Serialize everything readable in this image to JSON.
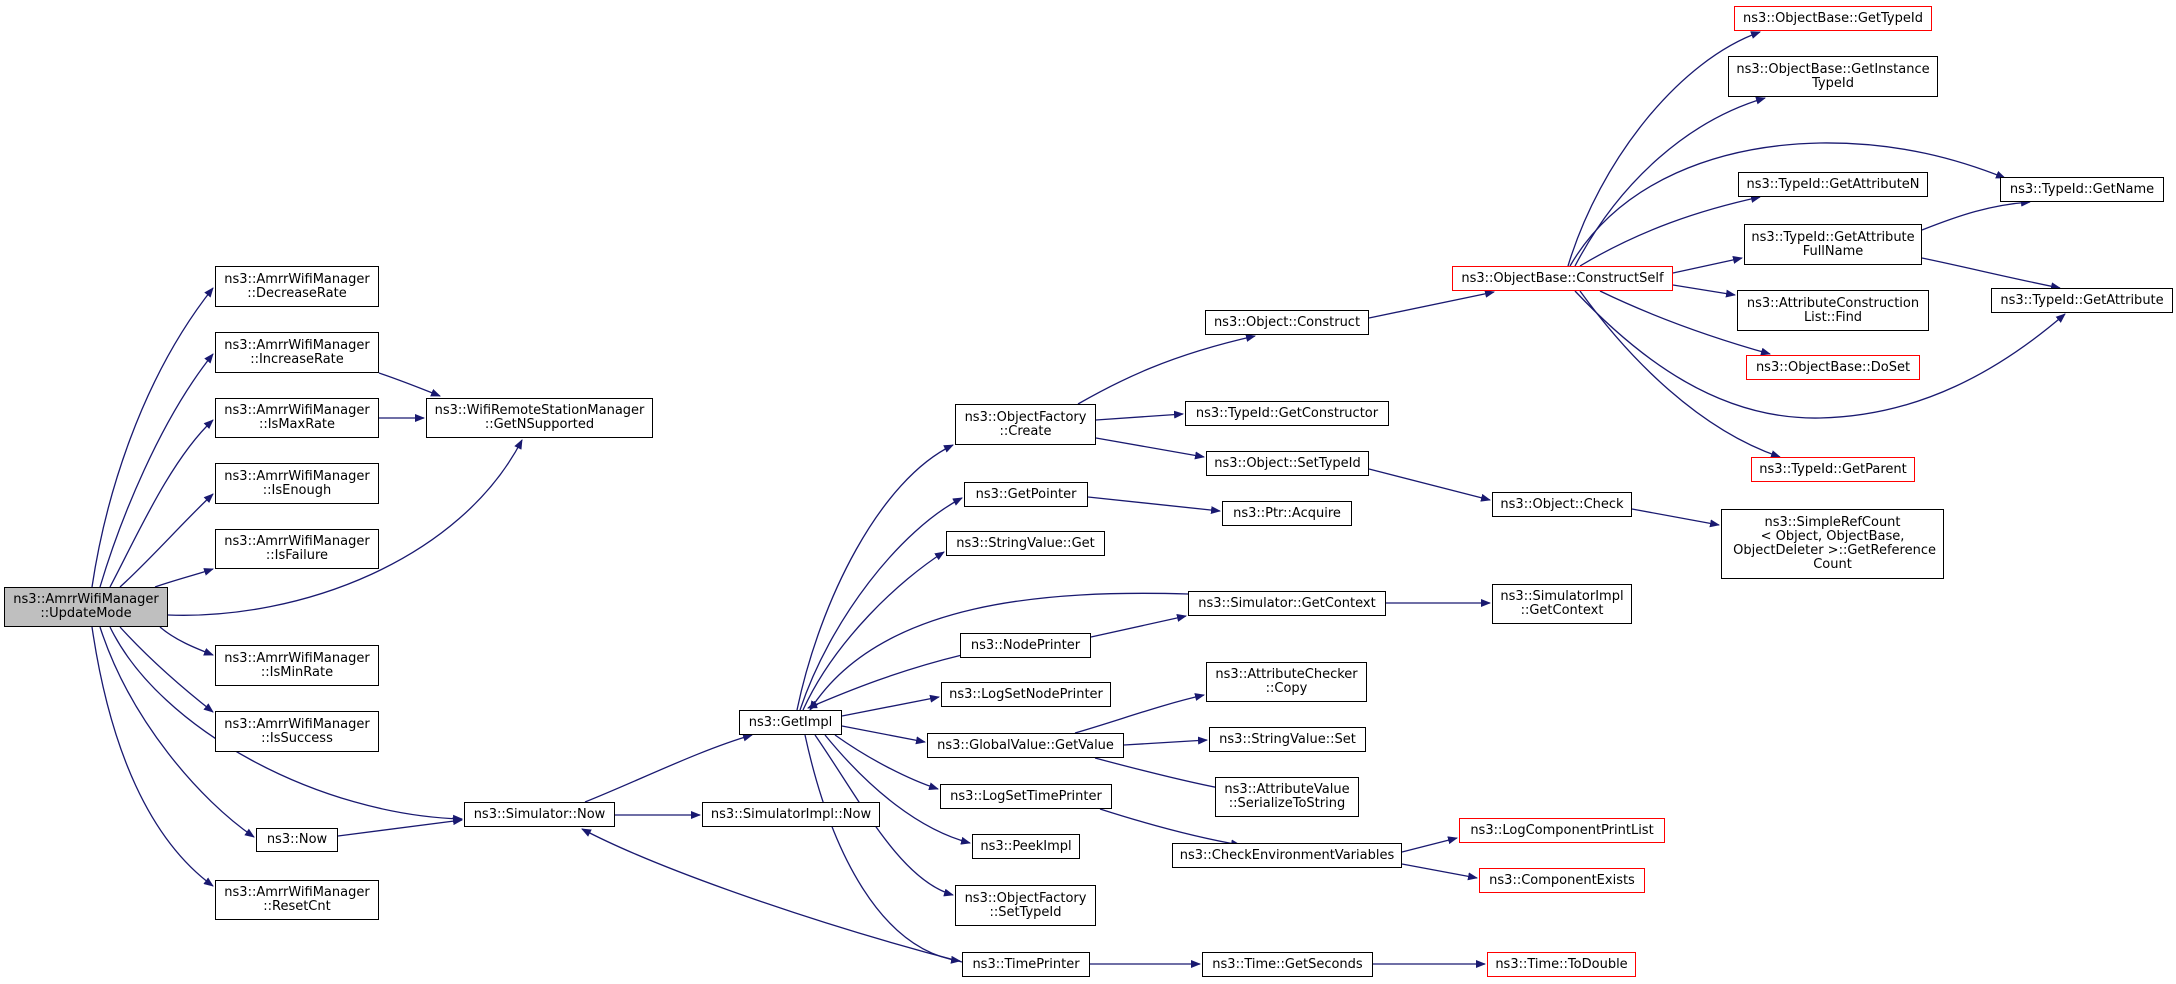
{
  "colors": {
    "edge": "#191970",
    "node_border": "#000000",
    "truncated_border": "#ff0000",
    "root_fill": "#bfbfbf"
  },
  "nodes": {
    "n_root": "ns3::AmrrWifiManager\n::UpdateMode",
    "n_decr": "ns3::AmrrWifiManager\n::DecreaseRate",
    "n_incr": "ns3::AmrrWifiManager\n::IncreaseRate",
    "n_ismax": "ns3::AmrrWifiManager\n::IsMaxRate",
    "n_isenough": "ns3::AmrrWifiManager\n::IsEnough",
    "n_isfail": "ns3::AmrrWifiManager\n::IsFailure",
    "n_ismin": "ns3::AmrrWifiManager\n::IsMinRate",
    "n_issucc": "ns3::AmrrWifiManager\n::IsSuccess",
    "n_now": "ns3::Now",
    "n_reset": "ns3::AmrrWifiManager\n::ResetCnt",
    "n_getns": "ns3::WifiRemoteStationManager\n::GetNSupported",
    "n_simnow": "ns3::Simulator::Now",
    "n_simimplnow": "ns3::SimulatorImpl::Now",
    "n_getimpl": "ns3::GetImpl",
    "n_ofcreate": "ns3::ObjectFactory\n::Create",
    "n_getptr": "ns3::GetPointer",
    "n_strget": "ns3::StringValue::Get",
    "n_nodeprinter": "ns3::NodePrinter",
    "n_logsetnode": "ns3::LogSetNodePrinter",
    "n_gvget": "ns3::GlobalValue::GetValue",
    "n_logsettime": "ns3::LogSetTimePrinter",
    "n_peekimpl": "ns3::PeekImpl",
    "n_ofsettype": "ns3::ObjectFactory\n::SetTypeId",
    "n_timeprinter": "ns3::TimePrinter",
    "n_objconstruct": "ns3::Object::Construct",
    "n_tidgetctor": "ns3::TypeId::GetConstructor",
    "n_objsettype": "ns3::Object::SetTypeId",
    "n_ptracquire": "ns3::Ptr::Acquire",
    "n_simgetctx": "ns3::Simulator::GetContext",
    "n_acheckcopy": "ns3::AttributeChecker\n::Copy",
    "n_strset": "ns3::StringValue::Set",
    "n_avser": "ns3::AttributeValue\n::SerializeToString",
    "n_checkenv": "ns3::CheckEnvironmentVariables",
    "n_timegetsec": "ns3::Time::GetSeconds",
    "n_obconstructself": "ns3::ObjectBase::ConstructSelf",
    "n_objcheck": "ns3::Object::Check",
    "n_simimplgetctx": "ns3::SimulatorImpl\n::GetContext",
    "n_logcompprint": "ns3::LogComponentPrintList",
    "n_compexists": "ns3::ComponentExists",
    "n_timetodouble": "ns3::Time::ToDouble",
    "n_obgettypeid": "ns3::ObjectBase::GetTypeId",
    "n_obgetinst": "ns3::ObjectBase::GetInstance\nTypeId",
    "n_tidgetattrn": "ns3::TypeId::GetAttributeN",
    "n_tidgetattrfull": "ns3::TypeId::GetAttribute\nFullName",
    "n_acfind": "ns3::AttributeConstruction\nList::Find",
    "n_obdoset": "ns3::ObjectBase::DoSet",
    "n_tidgetparent": "ns3::TypeId::GetParent",
    "n_srcgetref": "ns3::SimpleRefCount\n< Object, ObjectBase,\n ObjectDeleter >::GetReference\nCount",
    "n_tidgetname": "ns3::TypeId::GetName",
    "n_tidgetattr": "ns3::TypeId::GetAttribute"
  }
}
